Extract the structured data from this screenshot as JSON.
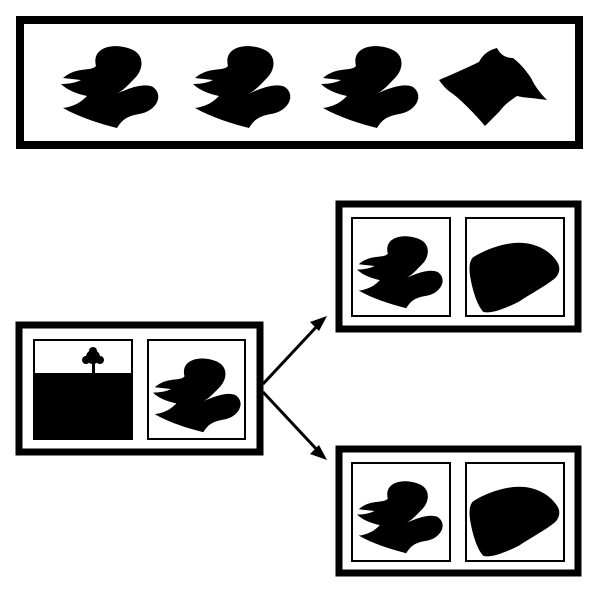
{
  "colors": {
    "ink": "#000000",
    "paper": "#ffffff"
  },
  "sequence": {
    "frames": [
      {
        "shape": "blob-shape"
      },
      {
        "shape": "blob-shape"
      },
      {
        "shape": "blob-shape"
      },
      {
        "shape": "morphed-shape"
      }
    ]
  },
  "trial": {
    "context": {
      "scene": "tree-on-ground-scene"
    },
    "sample": {
      "shape": "blob-shape"
    }
  },
  "options": [
    {
      "left": "blob-shape",
      "right": "wrap-shape"
    },
    {
      "left": "blob-shape",
      "right": "wrap-shape"
    }
  ]
}
